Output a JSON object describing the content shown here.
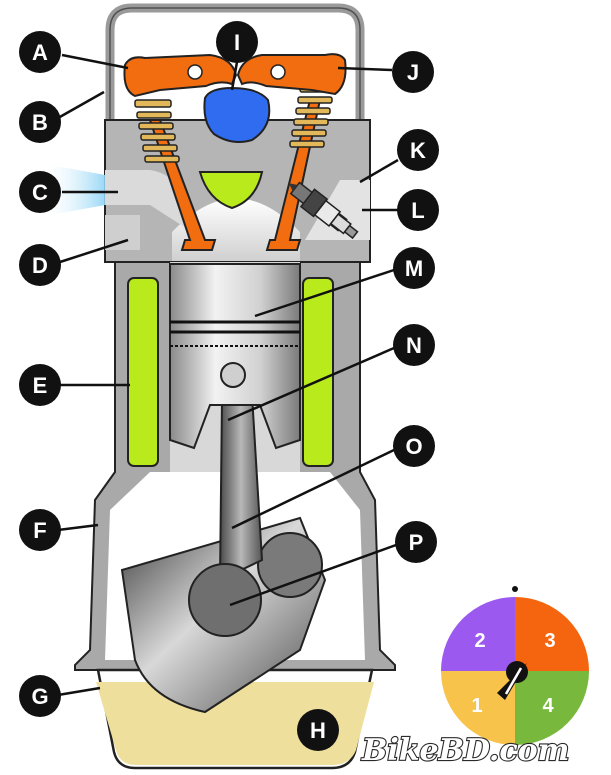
{
  "callouts": {
    "A": "A",
    "B": "B",
    "C": "C",
    "D": "D",
    "E": "E",
    "F": "F",
    "G": "G",
    "H": "H",
    "I": "I",
    "J": "J",
    "K": "K",
    "L": "L",
    "M": "M",
    "N": "N",
    "O": "O",
    "P": "P"
  },
  "stroke_wheel": {
    "segments": [
      {
        "label": "2",
        "color": "#9b59f0"
      },
      {
        "label": "3",
        "color": "#f5650f"
      },
      {
        "label": "1",
        "color": "#f7c34a"
      },
      {
        "label": "4",
        "color": "#78b83c"
      }
    ]
  },
  "watermark": "BikeBD.com",
  "colors": {
    "valve_rocker": "#f26d0f",
    "camshaft": "#2f6cf0",
    "coolant": "#b9ea1c",
    "engine_block": "#a9a9a9",
    "oil": "#efdf9c"
  }
}
